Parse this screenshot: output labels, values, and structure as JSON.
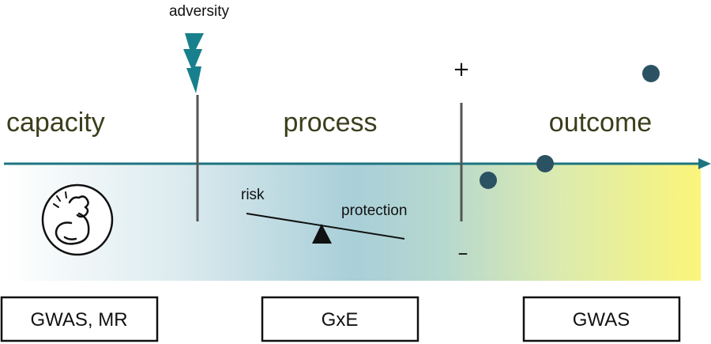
{
  "labels": {
    "adversity": "adversity",
    "capacity": "capacity",
    "process": "process",
    "outcome": "outcome",
    "risk": "risk",
    "protection": "protection",
    "plus": "+",
    "minus": "–"
  },
  "boxes": {
    "left": "GWAS, MR",
    "middle": "GxE",
    "right": "GWAS"
  },
  "icons": {
    "lightning": "lightning-bolt-icon",
    "muscle": "flexed-arm-icon",
    "balance": "seesaw-balance-icon"
  },
  "colors": {
    "axis": "#1d7480",
    "bolt": "#17808c",
    "dot": "#2b5262",
    "gradient_start": "#ffffff",
    "gradient_mid": "#a9cfd8",
    "gradient_end": "#fbf57a",
    "phase_text": "#3c3e1c"
  }
}
